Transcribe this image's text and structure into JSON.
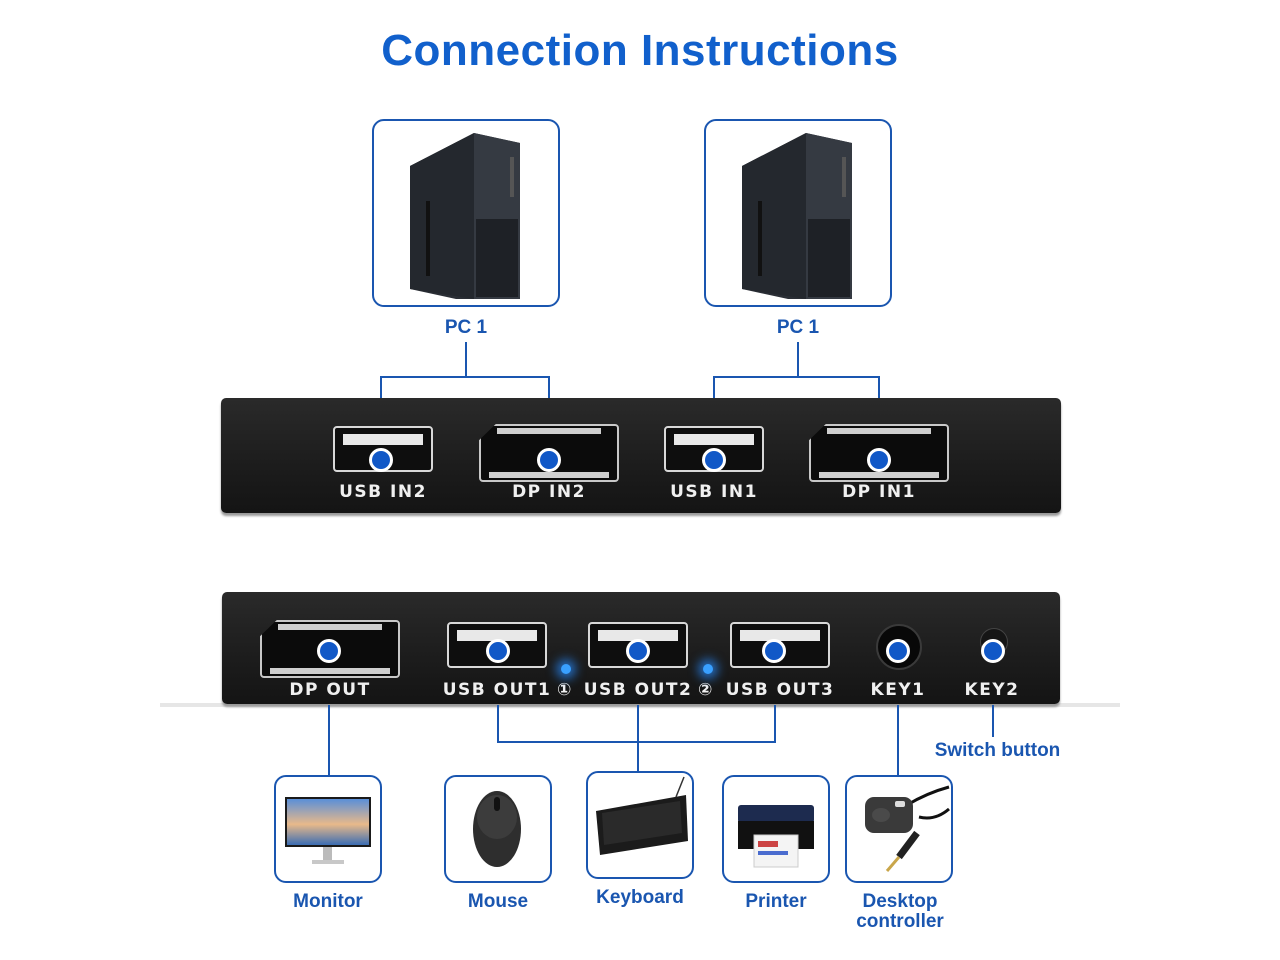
{
  "title": "Connection Instructions",
  "accent_color": "#1160cc",
  "pcs": [
    {
      "label": "PC 1",
      "icon": "pc-tower-icon"
    },
    {
      "label": "PC 1",
      "icon": "pc-tower-icon"
    }
  ],
  "input_panel": {
    "ports": [
      {
        "label": "USB IN2",
        "type": "usb"
      },
      {
        "label": "DP IN2",
        "type": "displayport"
      },
      {
        "label": "USB IN1",
        "type": "usb"
      },
      {
        "label": "DP IN1",
        "type": "displayport"
      }
    ]
  },
  "output_panel": {
    "ports": [
      {
        "label": "DP OUT",
        "type": "displayport"
      },
      {
        "label": "USB OUT1",
        "type": "usb"
      },
      {
        "label": "USB OUT2",
        "type": "usb"
      },
      {
        "label": "USB OUT3",
        "type": "usb"
      },
      {
        "label": "KEY1",
        "type": "jack"
      },
      {
        "label": "KEY2",
        "type": "button"
      }
    ],
    "indicators": [
      "①",
      "②"
    ]
  },
  "switch_button_label": "Switch button",
  "devices": [
    {
      "label": "Monitor",
      "icon": "monitor-icon"
    },
    {
      "label": "Mouse",
      "icon": "mouse-icon"
    },
    {
      "label": "Keyboard",
      "icon": "keyboard-icon"
    },
    {
      "label": "Printer",
      "icon": "printer-icon"
    },
    {
      "label": "Desktop controller",
      "icon": "desktop-controller-icon"
    }
  ]
}
